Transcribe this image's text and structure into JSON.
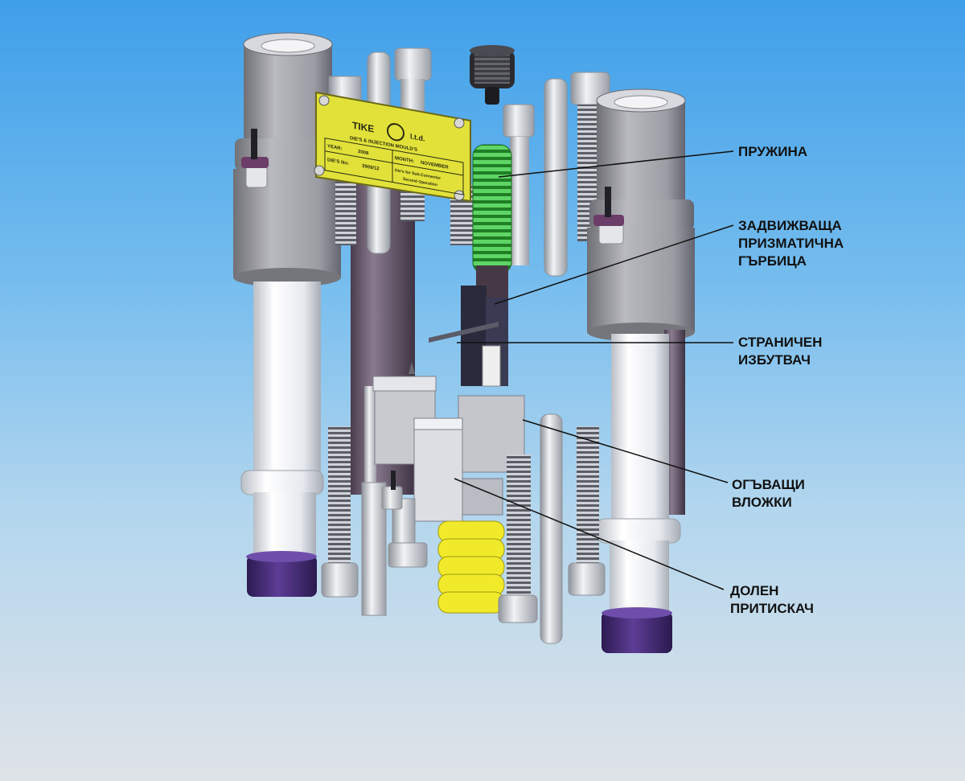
{
  "nameplate": {
    "brand": "TIKE",
    "brand_suffix": "l.t.d.",
    "subtitle": "DIE'S & INJECTION MOULD'S",
    "year_label": "YEAR:",
    "year_value": "2008",
    "month_label": "MONTH:",
    "month_value": "NOVEMBER",
    "die_no_label": "DIE'S No:",
    "die_no_value": "3909/12",
    "operation_line1": "Die's for Sub-Connector",
    "operation_line2": "Second Operation"
  },
  "callouts": [
    {
      "lines": [
        "ПРУЖИНА"
      ]
    },
    {
      "lines": [
        "ЗАДВИЖВАЩА",
        "ПРИЗМАТИЧНА",
        "ГЪРБИЦА"
      ]
    },
    {
      "lines": [
        "СТРАНИЧЕН",
        "ИЗБУТВАЧ"
      ]
    },
    {
      "lines": [
        "ОГЪВАЩИ",
        "ВЛОЖКИ"
      ]
    },
    {
      "lines": [
        "ДОЛЕН",
        "ПРИТИСКАЧ"
      ]
    }
  ],
  "colors": {
    "background_top": "#3f9fe9",
    "background_bottom": "#dfe3e7",
    "nameplate": "#e1e13a",
    "spring_green": "#35b83a",
    "spring_yellow": "#f0ea2a",
    "guide_bushing": "#7e6f83",
    "purple_cap": "#4c2f7d",
    "cam_dark": "#2a2a3c",
    "leader_lines": "#111111"
  }
}
